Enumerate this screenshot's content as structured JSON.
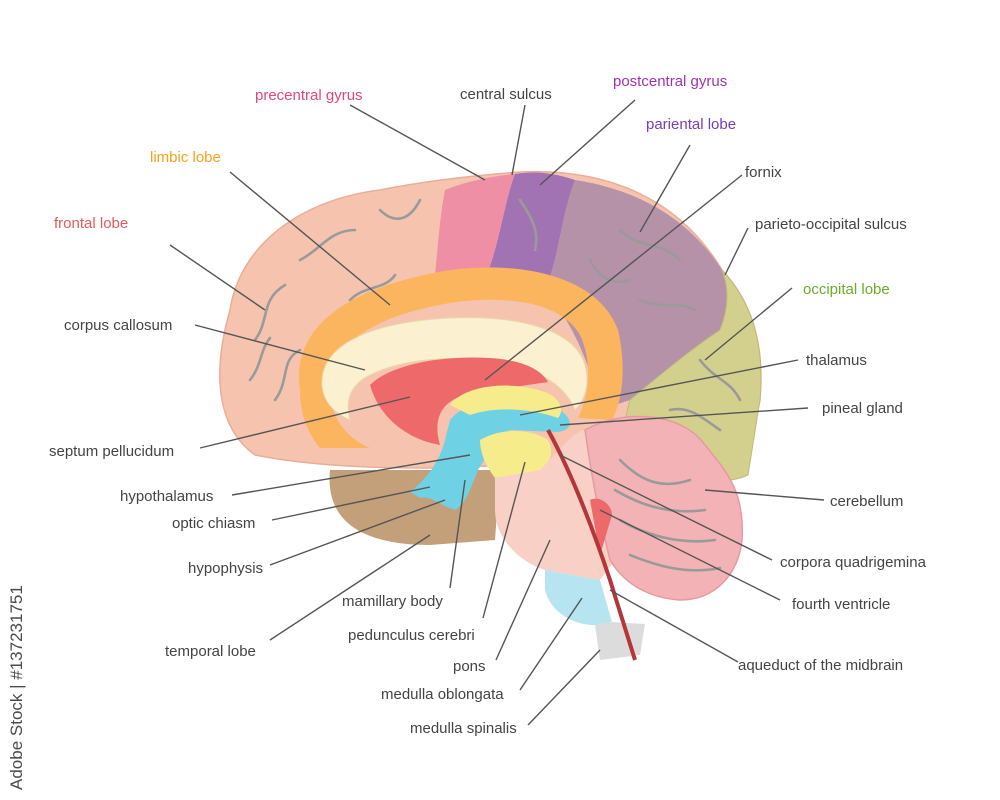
{
  "labels": {
    "precentral_gyrus": "precentral gyrus",
    "central_sulcus": "central  sulcus",
    "postcentral_gyrus": "postcentral gyrus",
    "pariental_lobe": "pariental lobe",
    "limbic_lobe": "limbic lobe",
    "fornix": "fornix",
    "frontal_lobe": "frontal lobe",
    "parieto_occipital_sulcus": "parieto-occipital sulcus",
    "occipital_lobe": "occipital lobe",
    "corpus_callosum": "corpus callosum",
    "thalamus": "thalamus",
    "pineal_gland": "pineal gland",
    "septum_pellucidum": "septum pellucidum",
    "hypothalamus": "hypothalamus",
    "cerebellum": "cerebellum",
    "optic_chiasm": "optic chiasm",
    "corpora_quadrigemina": "corpora quadrigemina",
    "hypophysis": "hypophysis",
    "mamillary_body": "mamillary body",
    "fourth_ventricle": "fourth ventricle",
    "temporal_lobe": "temporal lobe",
    "pedunculus_cerebri": "pedunculus cerebri",
    "pons": "pons",
    "aqueduct_midbrain": "aqueduct of the midbrain",
    "medulla_oblongata": "medulla oblongata",
    "medulla_spinalis": "medulla spinalis"
  },
  "watermark": "Adobe Stock | #137231751",
  "colors": {
    "cortex": "#f6c4ae",
    "precentral": "#ef8fa5",
    "postcentral": "#a173b3",
    "parietal": "#b592a8",
    "occipital": "#d3d08e",
    "limbic": "#fbb55e",
    "corpus_callosum": "#fbf1d0",
    "septum": "#ee6a6a",
    "ventricle": "#6fd2e4",
    "thalamus": "#f7ec8c",
    "temporal": "#c3a079",
    "brainstem": "#f8d0c5",
    "medulla": "#b7e4f1",
    "spinal": "#dcdcdc",
    "cerebellum": "#f3b3b6",
    "aqueduct": "#b4363b",
    "precentral_text": "#e5457a",
    "postcentral_text": "#a233b0",
    "parietal_text": "#7a3bb8",
    "limbic_text": "#f7a21a",
    "frontal_text": "#e55a5a",
    "occipital_text": "#6aaf2a"
  }
}
